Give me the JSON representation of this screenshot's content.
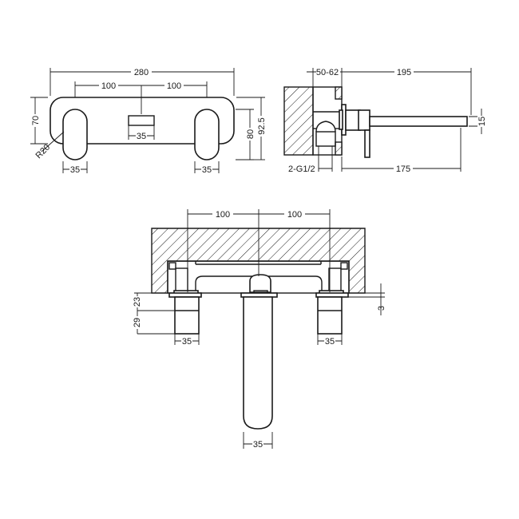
{
  "drawing": {
    "type": "technical-dimension-drawing",
    "subject": "wall-mounted three-hole basin mixer",
    "units": "mm",
    "line_color": "#1a1a1a",
    "background": "#ffffff"
  },
  "views": {
    "front_plate": {
      "overall_width": "280",
      "handle_spacing_left": "100",
      "handle_spacing_right": "100",
      "plate_height": "70",
      "corner_radius": "R20",
      "spout_outlet_width": "35",
      "handle_width_left": "35",
      "handle_width_right": "35",
      "handle_height": "80",
      "overall_height": "92.5"
    },
    "side_section": {
      "wall_depth_range": "50-62",
      "spout_projection": "195",
      "spout_height": "15",
      "inlet_thread": "2-G1/2",
      "spout_reach": "175"
    },
    "installation_front": {
      "spacing_left": "100",
      "spacing_right": "100",
      "body_protrusion": "23",
      "handle_length": "29",
      "handle_width_left": "35",
      "handle_width_right": "35",
      "flange_thickness": "3",
      "spout_width": "35"
    }
  }
}
